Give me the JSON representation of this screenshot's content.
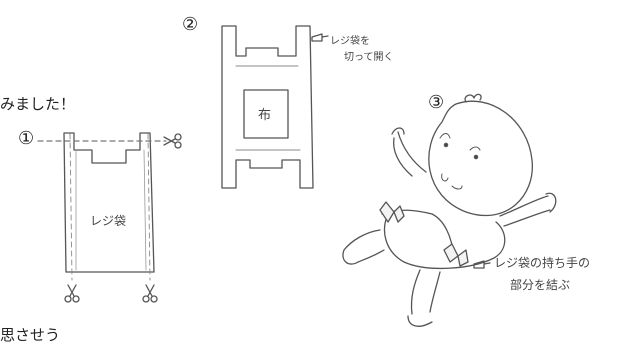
{
  "text": {
    "caption_top": "みました！",
    "caption_bottom": "思させう",
    "step1_number": "①",
    "step2_number": "②",
    "step3_number": "③",
    "step1_bag_label": "レジ袋",
    "step2_cloth_label": "布",
    "step2_note_line1": "レジ袋を",
    "step2_note_line2": "切って開く",
    "step3_note_line1": "レジ袋の持ち手の",
    "step3_note_line2": "部分を結ぶ"
  },
  "icons": [
    "scissors-icon",
    "pointing-hand-icon"
  ]
}
